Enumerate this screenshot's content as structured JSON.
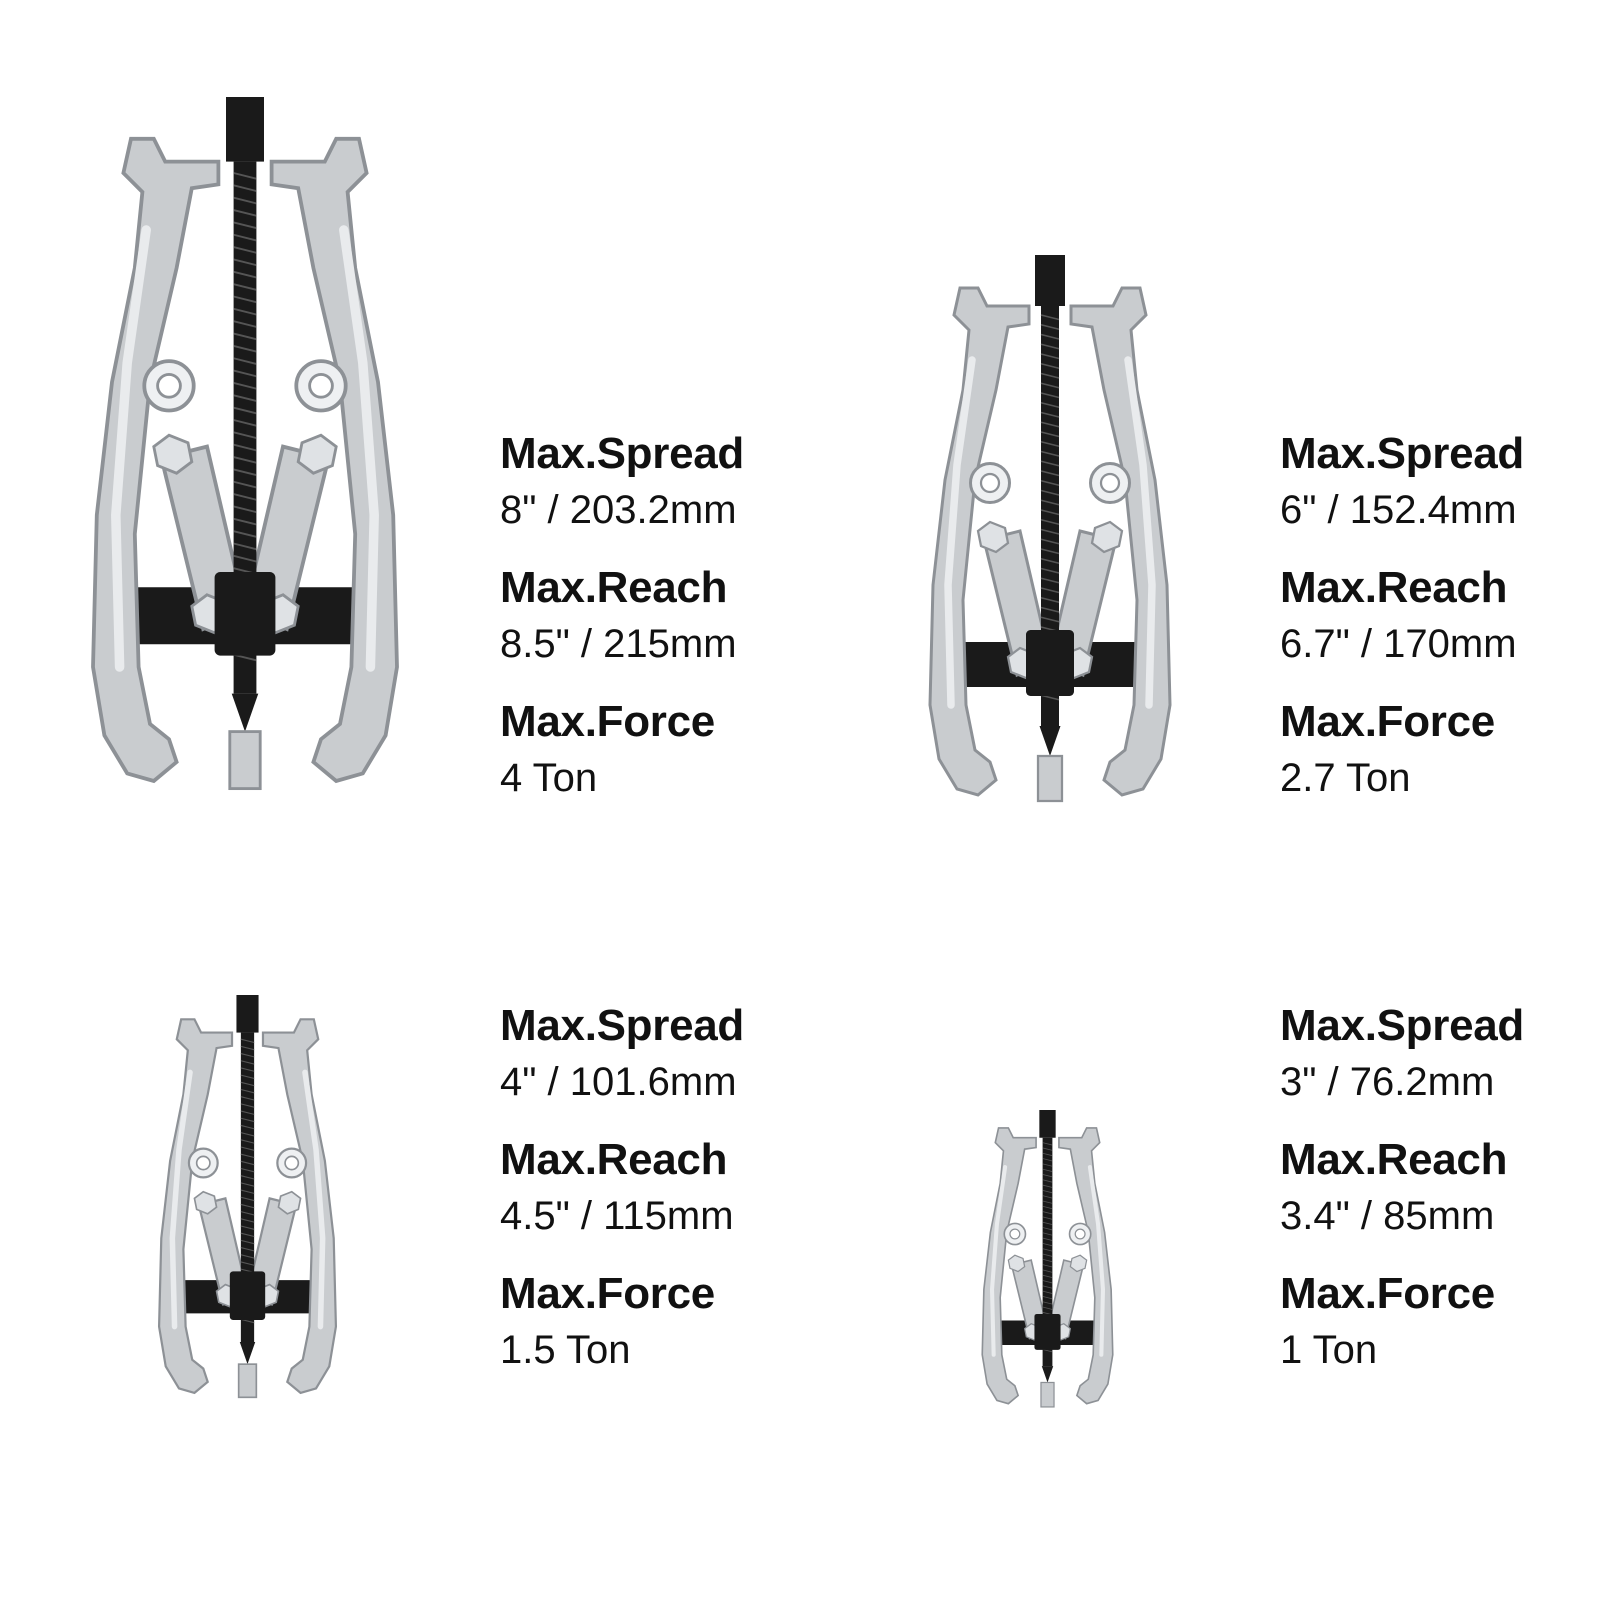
{
  "pullers": [
    {
      "spread_label": "Max.Spread",
      "spread_value": "8\" / 203.2mm",
      "reach_label": "Max.Reach",
      "reach_value": "8.5\" / 215mm",
      "force_label": "Max.Force",
      "force_value": "4 Ton",
      "icon": "three-jaw-gear-puller-icon"
    },
    {
      "spread_label": "Max.Spread",
      "spread_value": "6\" / 152.4mm",
      "reach_label": "Max.Reach",
      "reach_value": "6.7\" / 170mm",
      "force_label": "Max.Force",
      "force_value": "2.7 Ton",
      "icon": "three-jaw-gear-puller-icon"
    },
    {
      "spread_label": "Max.Spread",
      "spread_value": "4\" / 101.6mm",
      "reach_label": "Max.Reach",
      "reach_value": "4.5\" / 115mm",
      "force_label": "Max.Force",
      "force_value": "1.5 Ton",
      "icon": "three-jaw-gear-puller-icon"
    },
    {
      "spread_label": "Max.Spread",
      "spread_value": "3\" / 76.2mm",
      "reach_label": "Max.Reach",
      "reach_value": "3.4\" / 85mm",
      "force_label": "Max.Force",
      "force_value": "1 Ton",
      "icon": "three-jaw-gear-puller-icon"
    }
  ],
  "colors": {
    "steel": "#c9cccf",
    "steel_dark": "#8d9196",
    "screw": "#1a1a1a",
    "text": "#111111"
  }
}
